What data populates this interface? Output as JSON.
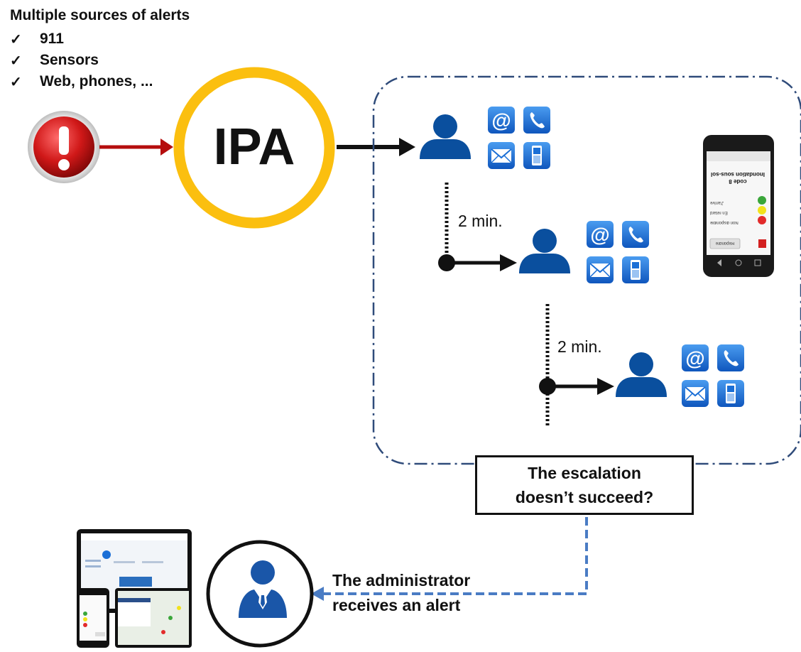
{
  "sources": {
    "title": "Multiple sources of alerts",
    "items": [
      "911",
      "Sensors",
      "Web, phones, ..."
    ]
  },
  "center": {
    "label": "IPA"
  },
  "escalation": {
    "delay_1": "2 min.",
    "delay_2": "2 min."
  },
  "failure_box": {
    "line_1": "The escalation",
    "line_2": "doesn’t  succeed?"
  },
  "admin": {
    "line_1": "The administrator",
    "line_2": "receives an alert"
  },
  "phone_app": {
    "lines": [
      "Inondation sous-sol",
      "code 8"
    ],
    "statuses": [
      {
        "label": "J'arrive",
        "color": "#3aa63a"
      },
      {
        "label": "En retard",
        "color": "#f2e21b"
      },
      {
        "label": "Non disponible",
        "color": "#e22b2b"
      }
    ],
    "button": "Répondre"
  },
  "colors": {
    "alert_red": "#c01010",
    "ipa_ring": "#fbbf0f",
    "person_blue": "#0a4f9e",
    "icon_blue": "#1b6fd6",
    "frame_line": "#2f4b7a",
    "admin_link": "#4a7cc4"
  },
  "icons": [
    "alert-icon",
    "person-icon",
    "email-at-icon",
    "phone-icon",
    "mail-icon",
    "mobile-icon",
    "smartphone-device",
    "admin-icon",
    "multi-device-icon"
  ]
}
